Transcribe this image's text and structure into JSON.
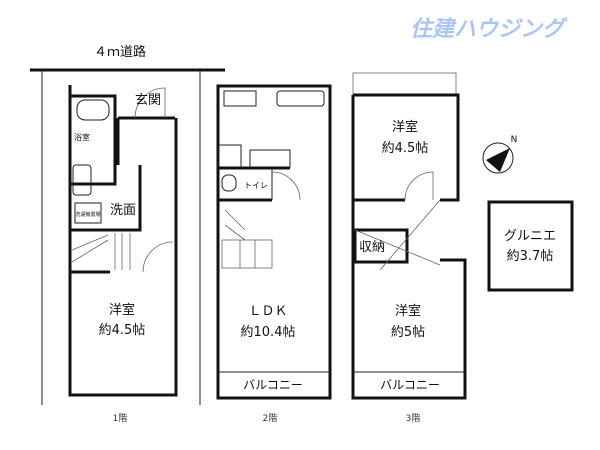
{
  "logo": "住建ハウジング",
  "road_label": "４ｍ道路",
  "floor1": {
    "label": "1階",
    "bath": "浴室",
    "entrance": "玄関",
    "washroom": "洗面",
    "washer": "洗濯機置場",
    "room_name": "洋室",
    "room_size": "約4.5帖"
  },
  "floor2": {
    "label": "2階",
    "toilet": "トイレ",
    "room_name": "ＬＤＫ",
    "room_size": "約10.4帖",
    "balcony": "バルコニー"
  },
  "floor3": {
    "label": "3階",
    "room1_name": "洋室",
    "room1_size": "約4.5帖",
    "storage": "収納",
    "room2_name": "洋室",
    "room2_size": "約5帖",
    "balcony": "バルコニー"
  },
  "loft": {
    "name": "グルニエ",
    "size": "約3.7帖"
  },
  "compass": {
    "north": "N"
  }
}
